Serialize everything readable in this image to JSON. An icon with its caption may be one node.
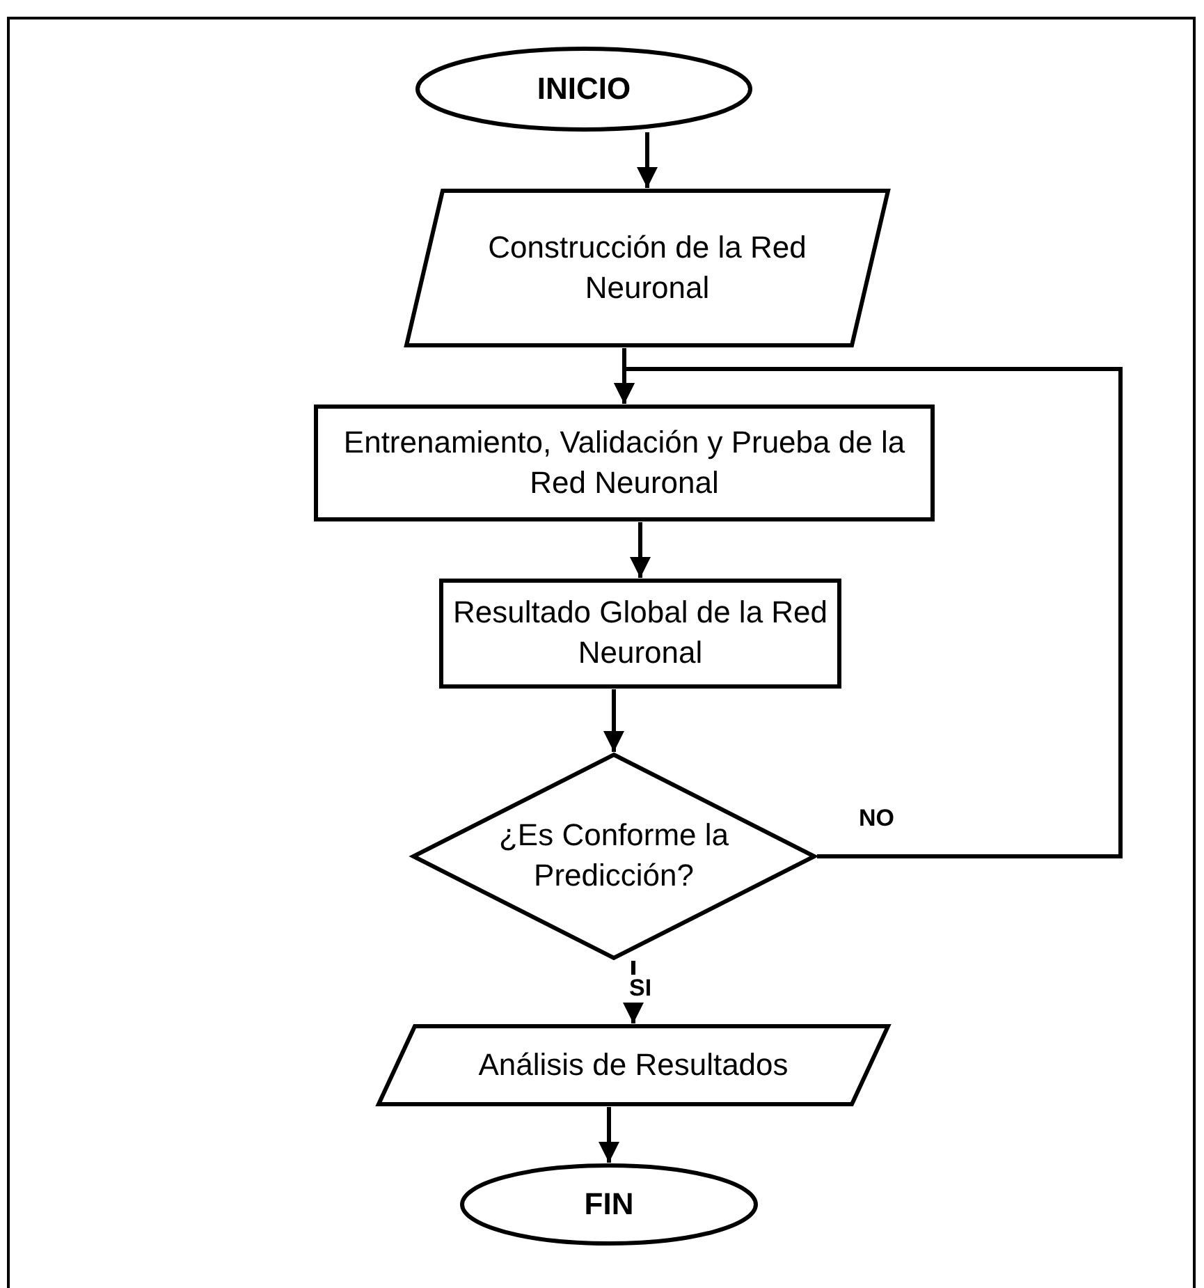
{
  "diagram": {
    "nodes": [
      {
        "text": [
          "INICIO"
        ]
      },
      {
        "text": [
          "Construcción de la Red Neuronal"
        ]
      },
      {
        "text": [
          "Entrenamiento, Validación y Prueba de la Red Neuronal"
        ]
      },
      {
        "text": [
          "Resultado Global de la Red Neuronal"
        ]
      },
      {
        "text": [
          "¿Es Conforme la Predicción?"
        ]
      },
      {
        "text": [
          "Análisis de Resultados"
        ]
      },
      {
        "text": [
          "FIN"
        ]
      }
    ],
    "edges": [
      {
        "from": 0,
        "to": 1,
        "arrow": "to"
      },
      {
        "from": 1,
        "to": 2,
        "arrow": "to"
      },
      {
        "from": 2,
        "to": 3,
        "arrow": "to"
      },
      {
        "from": 3,
        "to": 4,
        "arrow": "to"
      },
      {
        "from": 4,
        "to": 2,
        "arrow": "to",
        "label": "NO"
      },
      {
        "from": 4,
        "to": 5,
        "arrow": "to",
        "label": "SI"
      },
      {
        "from": 5,
        "to": 6,
        "arrow": "to"
      }
    ]
  }
}
